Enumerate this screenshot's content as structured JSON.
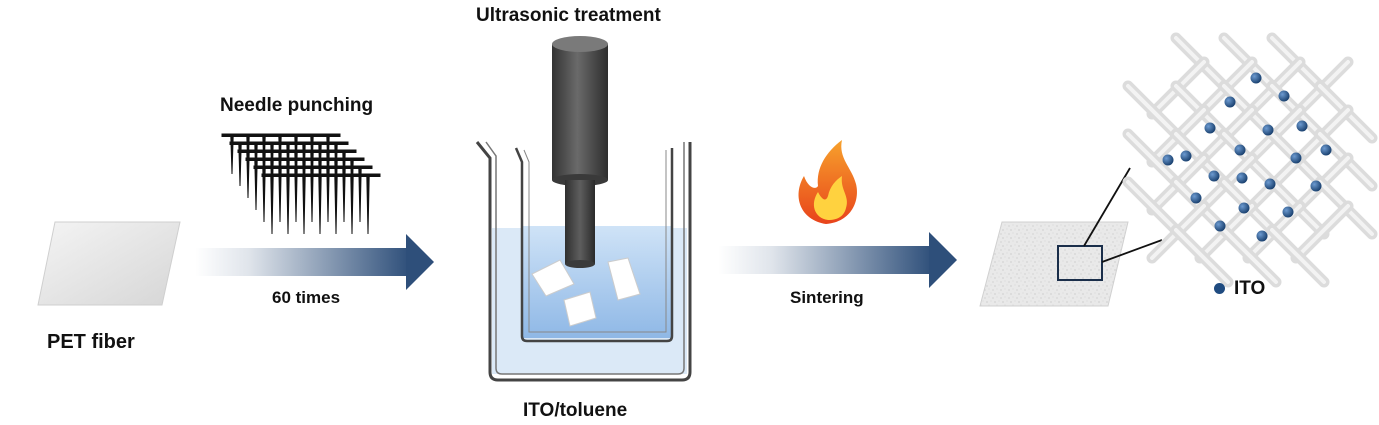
{
  "labels": {
    "ultrasonic": "Ultrasonic treatment",
    "needle": "Needle punching",
    "times": "60 times",
    "pet": "PET fiber",
    "ito_toluene": "ITO/toluene",
    "sintering": "Sintering",
    "ito_legend": "ITO"
  },
  "colors": {
    "arrow": "#2e4f7a",
    "particle": "#1f4b80",
    "liquid": "#a9ccef",
    "probe": "#4a4a4a",
    "flame_outer": "#f08a1c",
    "flame_inner": "#ffd23f"
  },
  "icons": [
    "needle-array-icon",
    "ultrasonic-probe-icon",
    "beaker-icon",
    "flame-icon",
    "fiber-mesh-icon"
  ]
}
